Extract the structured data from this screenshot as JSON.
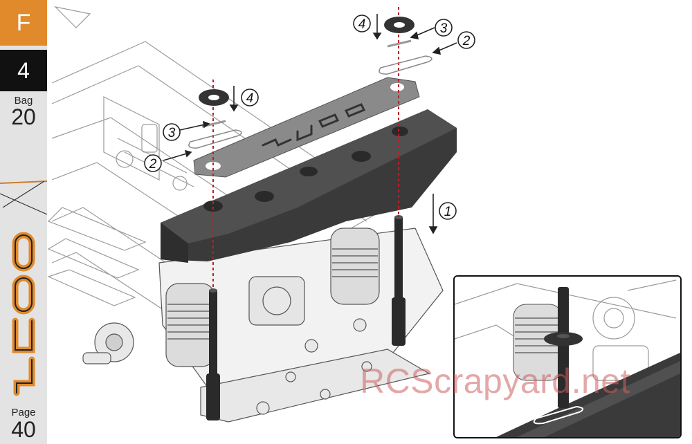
{
  "sidebar": {
    "section_letter": "F",
    "step_number": "4",
    "bag_label": "Bag",
    "bag_number": "20",
    "page_label": "Page",
    "page_number": "40",
    "section_color": "#e08a2c",
    "logo_icon": "s400-vertical-logo-icon"
  },
  "callouts": {
    "left_nut": "4",
    "left_washer": "3",
    "left_clip": "2",
    "right_nut": "4",
    "right_washer": "3",
    "right_clip": "2",
    "posts": "1"
  },
  "watermark": "RCScrapyard.net"
}
